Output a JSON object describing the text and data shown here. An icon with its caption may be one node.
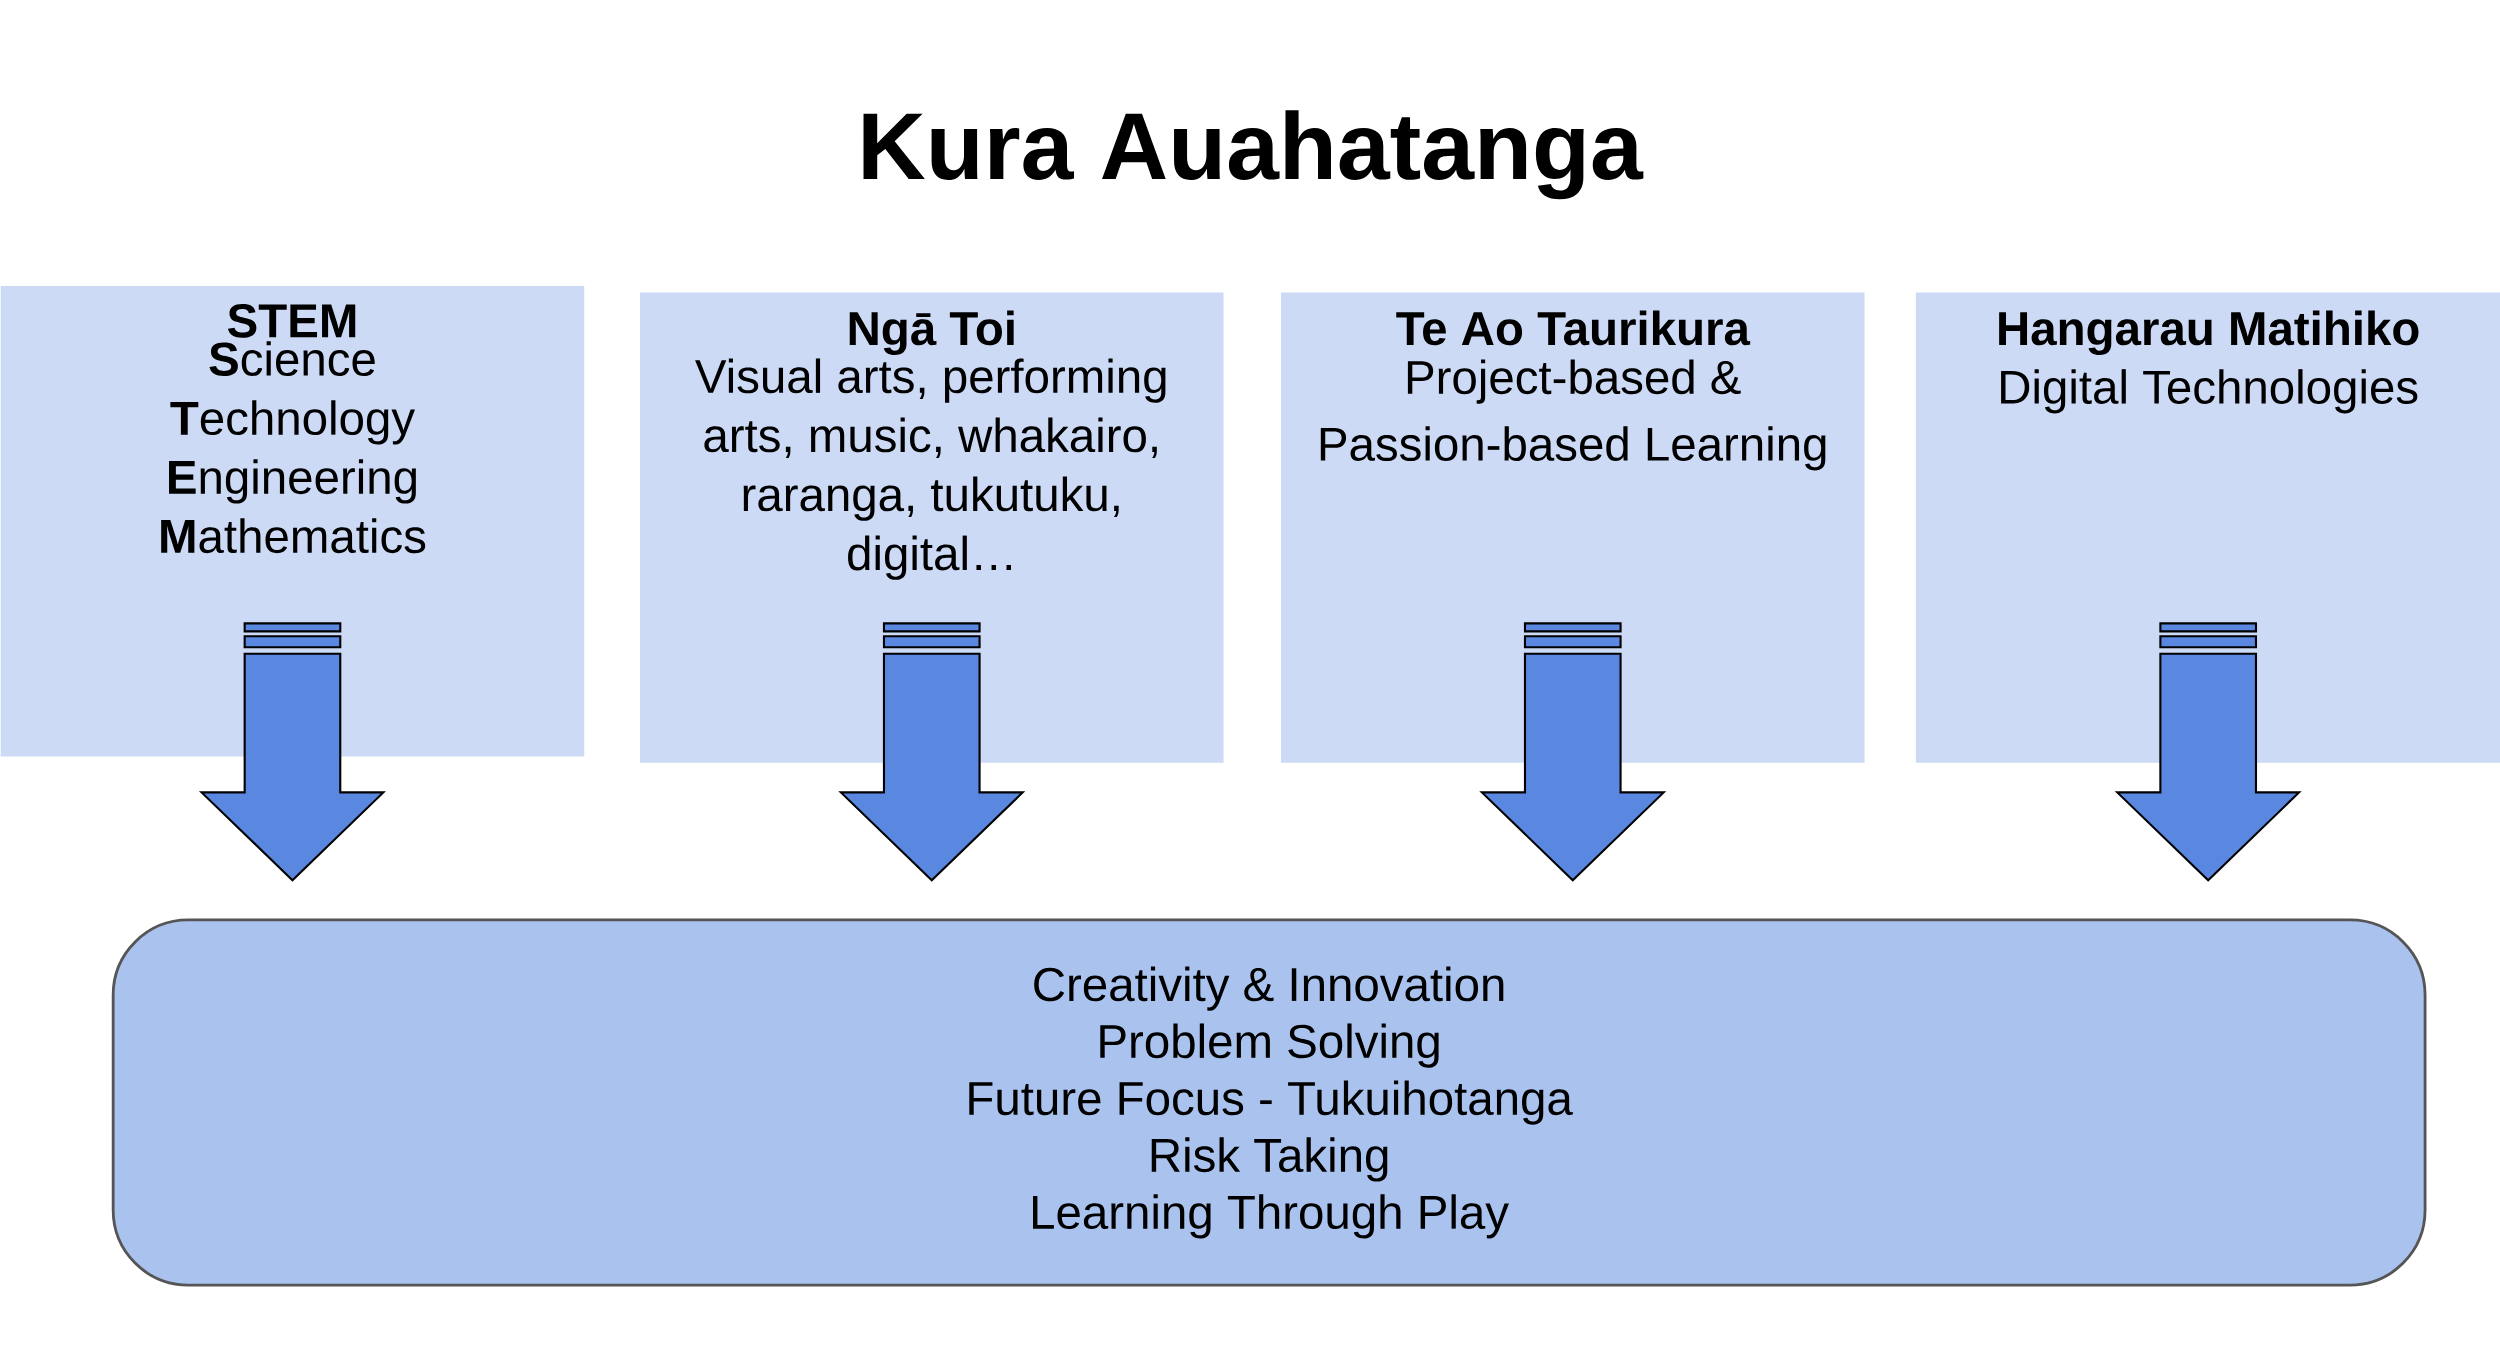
{
  "diagram": {
    "title": "Kura Auahatanga",
    "nodes": [
      {
        "text": [
          "STEM",
          "**S**cience **T**echnology **E**ngineering **M**athematics"
        ]
      },
      {
        "text": [
          "Ngā Toi",
          "Visual arts, performing arts, music, whakairo, raranga, tukutuku, digital…"
        ]
      },
      {
        "text": [
          "Te Ao Taurikura",
          "Project-based & Passion-based Learning"
        ]
      },
      {
        "text": [
          "Hangarau Matihiko",
          "Digital Technologies"
        ]
      },
      {
        "text": [
          "Creativity & Innovation",
          "Problem Solving",
          "Future Focus - Tukuihotanga",
          "Risk Taking",
          "Learning Through Play"
        ]
      }
    ],
    "edges": [
      {
        "from": 0,
        "to": 4,
        "arrow": "to"
      },
      {
        "from": 1,
        "to": 4,
        "arrow": "to"
      },
      {
        "from": 2,
        "to": 4,
        "arrow": "to"
      },
      {
        "from": 3,
        "to": 4,
        "arrow": "to"
      }
    ]
  }
}
